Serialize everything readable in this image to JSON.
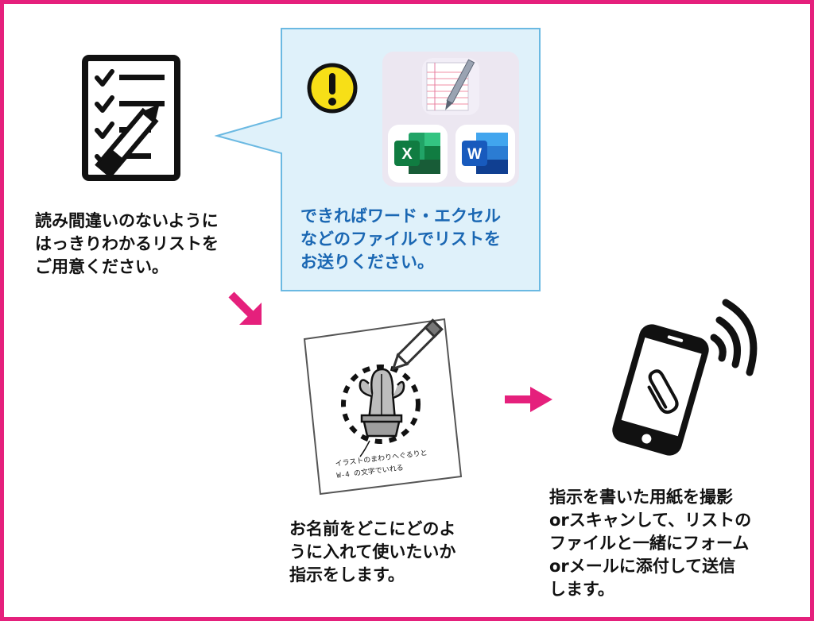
{
  "colors": {
    "frame": "#e5207c",
    "arrow": "#e5207c",
    "callout_bg": "#dff1fa",
    "callout_border": "#6bb9e2",
    "text_blue": "#1a67b3",
    "warning_yellow": "#f7df17"
  },
  "step1": {
    "icon": "checklist-with-pen-icon",
    "lines": [
      "読み間違いのないように",
      "はっきりわかるリストを",
      "ご用意ください。"
    ]
  },
  "callout": {
    "warning_icon": "exclamation-warning-icon",
    "app_icons": [
      "notepad-app-icon",
      "excel-app-icon",
      "word-app-icon"
    ],
    "excel_letter": "X",
    "word_letter": "W",
    "lines": [
      "できればワード・エクセル",
      "などのファイルでリストを",
      "お送りください。"
    ]
  },
  "step2": {
    "icon": "instruction-sheet-icon",
    "note_lines": [
      "イラストのまわりへぐるりと",
      "W-4 の文字でいれる"
    ],
    "lines": [
      "お名前をどこにどのよ",
      "うに入れて使いたいか",
      "指示をします。"
    ]
  },
  "step3": {
    "icon": "smartphone-attachment-icon",
    "lines": [
      "指示を書いた用紙を撮影",
      "orスキャンして、リストの",
      "ファイルと一緒にフォーム",
      "orメールに添付して送信",
      "します。"
    ]
  }
}
